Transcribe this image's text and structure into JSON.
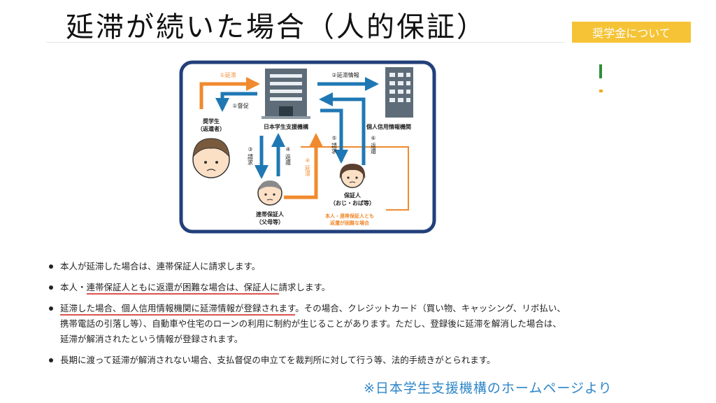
{
  "header": {
    "title": "延滞が続いた場合（人的保証）",
    "badge": "奨学金について"
  },
  "diagram": {
    "nodes": {
      "org": "日本学生支援機構",
      "credit": "個人信用情報機関",
      "student_l1": "奨学生",
      "student_l2": "（返還者）",
      "joint_l1": "連帯保証人",
      "joint_l2": "（父母等）",
      "guar_l1": "保証人",
      "guar_l2": "（おじ・おば等）",
      "note_l1": "本人・連帯保証人とも",
      "note_l2": "返還が困難な場合"
    },
    "arrows": {
      "a1_delay": "①延滞",
      "a1_remind": "①督促",
      "a2": "②延滞情報",
      "a3_num": "③",
      "a3_txt": "請求",
      "a4_num": "④",
      "a4_txt": "返還",
      "a4b_num": "④",
      "a4b_txt": "延滞",
      "a5_num": "⑤",
      "a5_txt": "請求",
      "a6_num": "⑥",
      "a6_txt": "返還"
    },
    "colors": {
      "frame": "#22407a",
      "blue_arrow": "#1f78b4",
      "orange_arrow": "#f08a2e",
      "orange_label": "#f08a2e",
      "building": "#5d6c78"
    }
  },
  "bullets": {
    "b1": "本人が延滞した場合は、連帯保証人に請求します。",
    "b2_p1": "本人・",
    "b2_u1": "連帯保証人ともに返還が困難な場合は、保証人に",
    "b2_p2": "請求します。",
    "b3_u1": "延滞した場合、個人信用情報機関に延滞情報が登録されます",
    "b3_p1": "。その場合、クレジットカード（買い物、キャッシング、リボ払い、携帯電話の引落し等）、自動車や住宅のローンの利用に制約が生じることがあります。ただし、登録後に延滞を解消した場合は、延滞が解消されたという情報が登録されます。",
    "b4": "長期に渡って延滞が解消されない場合、支払督促の申立てを裁判所に対して行う等、法的手続きがとられます。"
  },
  "footer": {
    "source": "※日本学生支援機構のホームページより"
  }
}
